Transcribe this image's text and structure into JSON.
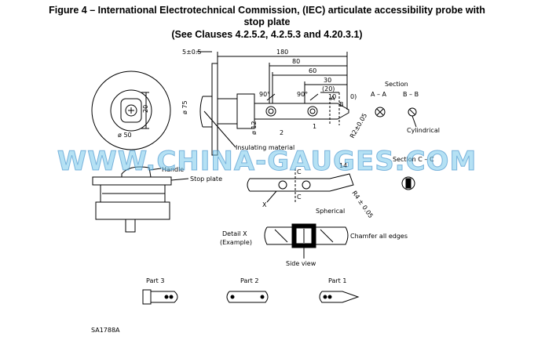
{
  "title": {
    "line1": "Figure 4 – International Electrotechnical Commission, (IEC) articulate accessibility probe with",
    "line2": "stop plate",
    "line3": "(See Clauses 4.2.5.2, 4.2.5.3 and 4.20.3.1)"
  },
  "dims": {
    "d5": "5±0.5",
    "d180": "180",
    "d80": "80",
    "d60": "60",
    "d30": "30",
    "d20p": "(20)",
    "d10": "10",
    "d75": "ø 75",
    "d20": "20",
    "d50": "ø 50",
    "d12": "ø 12",
    "d90a": "90°",
    "d90b": "90°",
    "r2": "R2±0.05",
    "r4": "R4 ± 0.05",
    "d0": "0)",
    "d14": "14",
    "n1": "1",
    "n2": "2"
  },
  "labels": {
    "section": "Section",
    "aa": "A – A",
    "bb": "B – B",
    "cylindrical": "Cylindrical",
    "section_cc": "Section C – C",
    "insulating": "Insulating material",
    "handle": "Handle",
    "stop_plate": "Stop plate",
    "spherical": "Spherical",
    "detail_x": "Detail X",
    "example": "(Example)",
    "chamfer": "Chamfer all edges",
    "side_view": "Side view",
    "part3": "Part 3",
    "part2": "Part 2",
    "part1": "Part 1",
    "ref": "SA1788A",
    "a": "A",
    "b": "B",
    "c": "C",
    "x": "X"
  },
  "watermark": "WWW.CHINA-GAUGES.COM"
}
